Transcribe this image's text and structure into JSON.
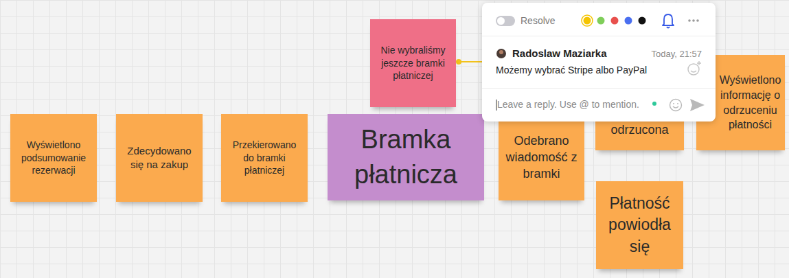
{
  "diagram": {
    "nodes": [
      {
        "text": [
          "Wyświetlono podsumowanie rezerwacji"
        ]
      },
      {
        "text": [
          "Zdecydowano się na zakup"
        ]
      },
      {
        "text": [
          "Przekierowano do bramki płatniczej"
        ]
      },
      {
        "text": [
          "Nie wybraliśmy jeszcze bramki płatniczej"
        ]
      },
      {
        "text": [
          "Bramka płatnicza"
        ]
      },
      {
        "text": [
          "Odebrano wiadomość z bramki"
        ]
      },
      {
        "text": [
          "odrzucona"
        ]
      },
      {
        "text": [
          "Wyświetlono informację o odrzuceniu płatności"
        ]
      },
      {
        "text": [
          "Płatność powiodła się"
        ]
      }
    ],
    "labels": [
      "Resolve",
      "Radoslaw Maziarka",
      "Today, 21:57",
      "Możemy wybrać Stripe albo PayPal",
      "Leave a reply. Use @ to mention."
    ]
  }
}
